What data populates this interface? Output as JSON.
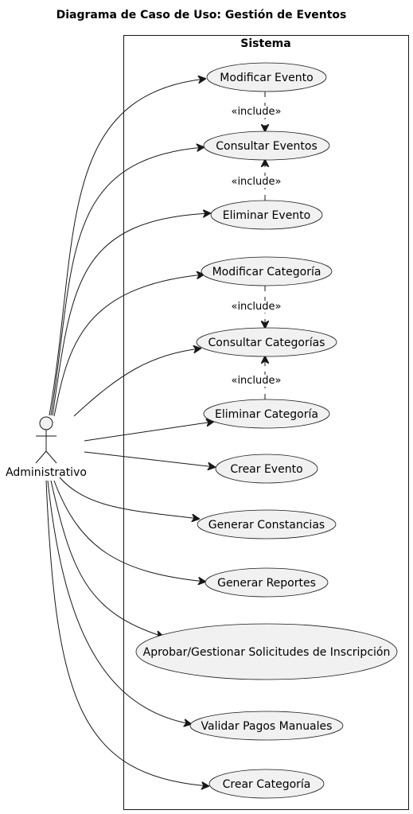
{
  "title": "Diagrama de Caso de Uso: Gestión de Eventos",
  "system": {
    "name": "Sistema"
  },
  "actor": {
    "name": "Administrativo"
  },
  "use_cases": [
    {
      "id": "modificar_evento",
      "label": "Modificar Evento"
    },
    {
      "id": "consultar_eventos",
      "label": "Consultar Eventos"
    },
    {
      "id": "eliminar_evento",
      "label": "Eliminar Evento"
    },
    {
      "id": "modificar_categoria",
      "label": "Modificar Categoría"
    },
    {
      "id": "consultar_categorias",
      "label": "Consultar Categorías"
    },
    {
      "id": "eliminar_categoria",
      "label": "Eliminar Categoría"
    },
    {
      "id": "crear_evento",
      "label": "Crear Evento"
    },
    {
      "id": "generar_constancias",
      "label": "Generar Constancias"
    },
    {
      "id": "generar_reportes",
      "label": "Generar Reportes"
    },
    {
      "id": "aprobar_solicitudes",
      "label": "Aprobar/Gestionar Solicitudes de Inscripción"
    },
    {
      "id": "validar_pagos",
      "label": "Validar Pagos Manuales"
    },
    {
      "id": "crear_categoria",
      "label": "Crear Categoría"
    }
  ],
  "includes": [
    {
      "from": "modificar_evento",
      "to": "consultar_eventos",
      "label": "«include»"
    },
    {
      "from": "eliminar_evento",
      "to": "consultar_eventos",
      "label": "«include»"
    },
    {
      "from": "modificar_categoria",
      "to": "consultar_categorias",
      "label": "«include»"
    },
    {
      "from": "eliminar_categoria",
      "to": "consultar_categorias",
      "label": "«include»"
    }
  ],
  "associations": [
    "modificar_evento",
    "consultar_eventos",
    "eliminar_evento",
    "modificar_categoria",
    "consultar_categorias",
    "eliminar_categoria",
    "crear_evento",
    "generar_constancias",
    "generar_reportes",
    "aprobar_solicitudes",
    "validar_pagos",
    "crear_categoria"
  ]
}
